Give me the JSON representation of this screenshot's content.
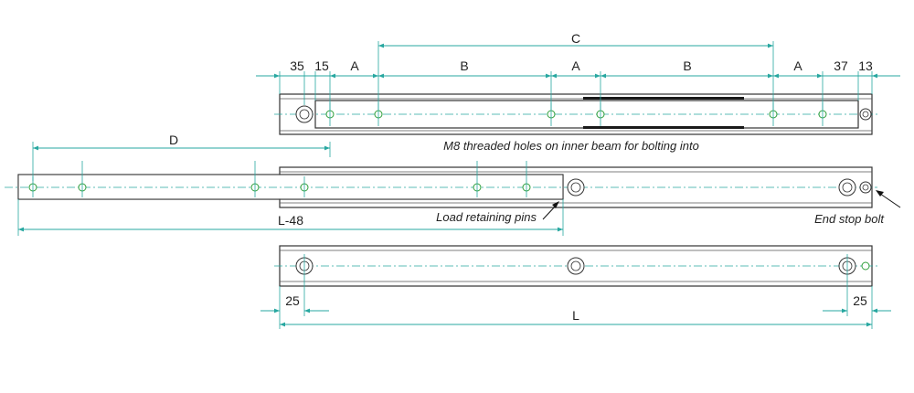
{
  "dimensions": {
    "top_35": "35",
    "top_15": "15",
    "top_a1": "A",
    "top_b1": "B",
    "top_a2": "A",
    "top_b2": "B",
    "top_a3": "A",
    "top_37": "37",
    "top_13": "13",
    "c": "C",
    "d": "D",
    "l_minus_48": "L-48",
    "bottom_25_left": "25",
    "bottom_25_right": "25",
    "l": "L"
  },
  "notes": {
    "m8_holes": "M8 threaded holes on inner beam for bolting into",
    "load_pins": "Load retaining pins",
    "end_stop": "End stop bolt"
  },
  "colors": {
    "dimension": "#27a7a0",
    "outline": "#333333",
    "hole_thread": "#2e9e3a"
  }
}
